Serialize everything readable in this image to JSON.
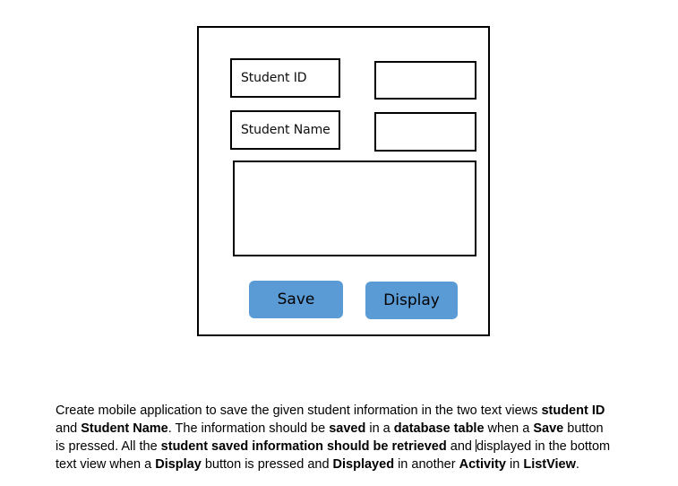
{
  "page": {
    "background": "#ffffff",
    "accent_color": "#5B9BD5",
    "outline_color": "#000000"
  },
  "mockup": {
    "labels": {
      "student_id": "Student ID",
      "student_name": "Student Name"
    },
    "inputs": {
      "student_id_value": "",
      "student_name_value": "",
      "output_value": ""
    },
    "buttons": {
      "save": "Save",
      "display": "Display"
    }
  },
  "description": {
    "segments": [
      {
        "text": "Create mobile application to save the given student information in the two text views ",
        "bold": false
      },
      {
        "text": "student ID",
        "bold": true
      },
      {
        "text": " and ",
        "bold": false
      },
      {
        "text": "Student Name",
        "bold": true
      },
      {
        "text": ". The information should be ",
        "bold": false
      },
      {
        "text": "saved",
        "bold": true
      },
      {
        "text": " in a ",
        "bold": false
      },
      {
        "text": "database table",
        "bold": true
      },
      {
        "text": " when a ",
        "bold": false
      },
      {
        "text": "Save",
        "bold": true
      },
      {
        "text": " button is pressed. All the ",
        "bold": false
      },
      {
        "text": "student saved information should be retrieved",
        "bold": true
      },
      {
        "text": " and ",
        "bold": false,
        "caret_after": true
      },
      {
        "text": "displayed in the bottom text view when a ",
        "bold": false
      },
      {
        "text": "Display",
        "bold": true
      },
      {
        "text": " button is pressed and ",
        "bold": false
      },
      {
        "text": "Displayed",
        "bold": true
      },
      {
        "text": " in another ",
        "bold": false
      },
      {
        "text": "Activity",
        "bold": true
      },
      {
        "text": " in ",
        "bold": false
      },
      {
        "text": "ListView",
        "bold": true
      },
      {
        "text": ".",
        "bold": false
      }
    ]
  }
}
